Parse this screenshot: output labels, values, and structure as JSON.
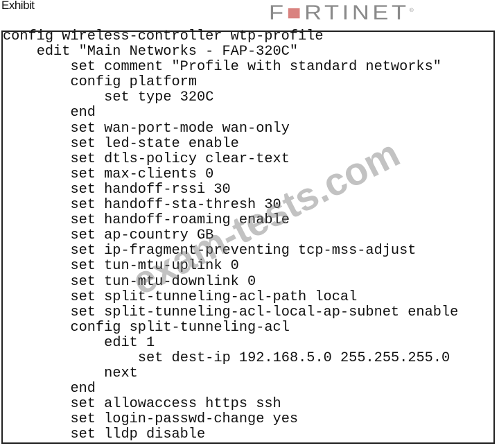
{
  "header": {
    "exhibit_label": "Exhibit",
    "logo_text": "FORTINET"
  },
  "watermark": "exam-tests.com",
  "code_lines": [
    {
      "indent": 0,
      "text": "config wireless-controller wtp-profile"
    },
    {
      "indent": 1,
      "text": "edit \"Main Networks - FAP-320C\""
    },
    {
      "indent": 2,
      "text": "set comment \"Profile with standard networks\""
    },
    {
      "indent": 2,
      "text": "config platform"
    },
    {
      "indent": 3,
      "text": "set type 320C"
    },
    {
      "indent": 2,
      "text": "end"
    },
    {
      "indent": 2,
      "text": "set wan-port-mode wan-only"
    },
    {
      "indent": 2,
      "text": "set led-state enable"
    },
    {
      "indent": 2,
      "text": "set dtls-policy clear-text"
    },
    {
      "indent": 2,
      "text": "set max-clients 0"
    },
    {
      "indent": 2,
      "text": "set handoff-rssi 30"
    },
    {
      "indent": 2,
      "text": "set handoff-sta-thresh 30"
    },
    {
      "indent": 2,
      "text": "set handoff-roaming enable"
    },
    {
      "indent": 2,
      "text": "set ap-country GB"
    },
    {
      "indent": 2,
      "text": "set ip-fragment-preventing tcp-mss-adjust"
    },
    {
      "indent": 2,
      "text": "set tun-mtu-uplink 0"
    },
    {
      "indent": 2,
      "text": "set tun-mtu-downlink 0"
    },
    {
      "indent": 2,
      "text": "set split-tunneling-acl-path local"
    },
    {
      "indent": 2,
      "text": "set split-tunneling-acl-local-ap-subnet enable"
    },
    {
      "indent": 2,
      "text": "config split-tunneling-acl"
    },
    {
      "indent": 3,
      "text": "edit 1"
    },
    {
      "indent": 4,
      "text": "set dest-ip 192.168.5.0 255.255.255.0"
    },
    {
      "indent": 3,
      "text": "next"
    },
    {
      "indent": 2,
      "text": "end"
    },
    {
      "indent": 2,
      "text": "set allowaccess https ssh"
    },
    {
      "indent": 2,
      "text": "set login-passwd-change yes"
    },
    {
      "indent": 2,
      "text": "set lldp disable"
    }
  ]
}
